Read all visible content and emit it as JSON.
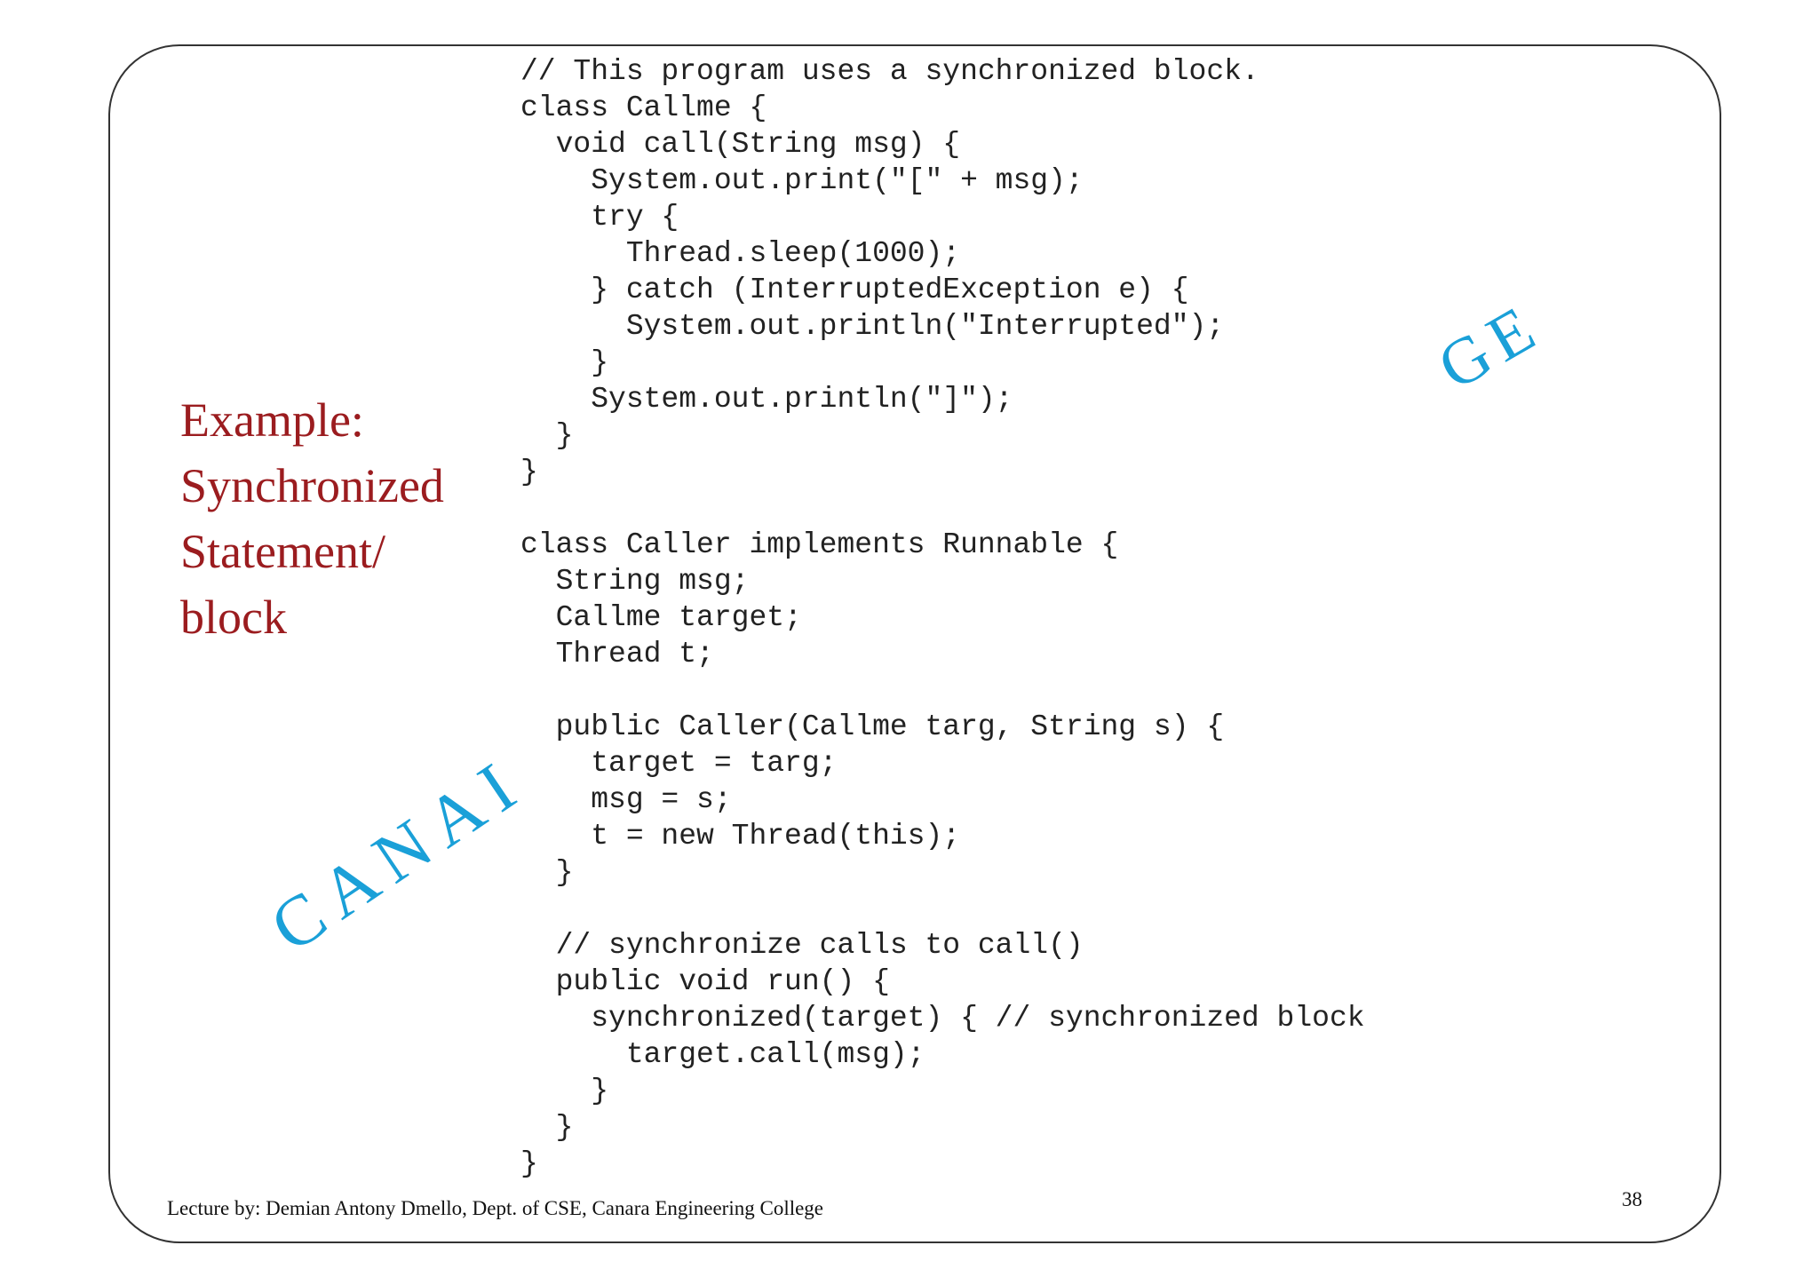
{
  "side_title": {
    "lines": [
      "Example:",
      "Synchronized",
      "Statement/",
      "block"
    ]
  },
  "code_lines": [
    "// This program uses a synchronized block.",
    "class Callme {",
    "  void call(String msg) {",
    "    System.out.print(\"[\" + msg);",
    "    try {",
    "      Thread.sleep(1000);",
    "    } catch (InterruptedException e) {",
    "      System.out.println(\"Interrupted\");",
    "    }",
    "    System.out.println(\"]\");",
    "  }",
    "}",
    "",
    "class Caller implements Runnable {",
    "  String msg;",
    "  Callme target;",
    "  Thread t;",
    "",
    "  public Caller(Callme targ, String s) {",
    "    target = targ;",
    "    msg = s;",
    "    t = new Thread(this);",
    "  }",
    "",
    "  // synchronize calls to call()",
    "  public void run() {",
    "    synchronized(target) { // synchronized block",
    "      target.call(msg);",
    "    }",
    "  }",
    "}"
  ],
  "watermark": {
    "left_text": "CANAI",
    "right_text": "GE"
  },
  "footer": {
    "text": "Lecture by: Demian Antony Dmello, Dept. of CSE, Canara Engineering College"
  },
  "page_number": "38"
}
